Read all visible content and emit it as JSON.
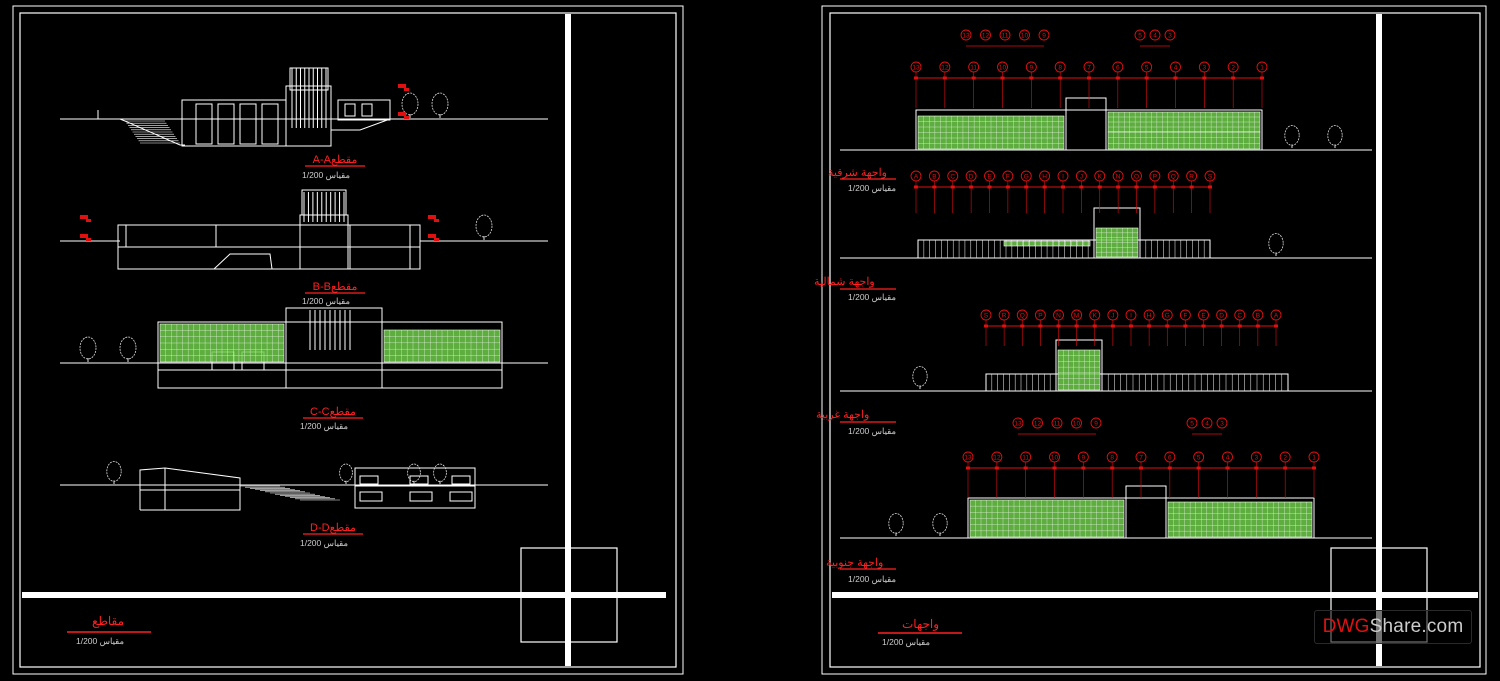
{
  "colors": {
    "line": "#ffffff",
    "label_red": "#ff2020",
    "dim_red": "#e01010",
    "facade_green": "#6ecb4a",
    "background": "#000000"
  },
  "left_sheet": {
    "sections": [
      {
        "title": "A-Aﻣﻘﻄﻊ",
        "scale": "1/200 ﻣﻘﻴﺎس"
      },
      {
        "title": "B-Bﻣﻘﻄﻊ",
        "scale": "1/200 ﻣﻘﻴﺎس"
      },
      {
        "title": "C-Cﻣﻘﻄﻊ",
        "scale": "1/200 ﻣﻘﻴﺎس"
      },
      {
        "title": "D-Dﻣﻘﻄﻊ",
        "scale": "1/200 ﻣﻘﻴﺎس"
      }
    ],
    "footer_title": "ﻣﻘﺎﻃﻊ",
    "footer_scale": "1/200 ﻣﻘﻴﺎس"
  },
  "right_sheet": {
    "elevations": [
      {
        "title": "ﻭاﺟﻬﺔ ﺷﺮﻗﻴﺔ",
        "scale": "1/200 ﻣﻘﻴﺎس"
      },
      {
        "title": "ﻭاﺟﻬﺔ ﺷﻤﺎﻟﻴﺔ",
        "scale": "1/200 ﻣﻘﻴﺎس"
      },
      {
        "title": "ﻭاﺟﻬﺔ ﻏﺮﺑﻴﺔ",
        "scale": "1/200 ﻣﻘﻴﺎس"
      },
      {
        "title": "ﻭاﺟﻬﺔ ﺟﻨﻮﺑﻴﺔ",
        "scale": "1/200 ﻣﻘﻴﺎس"
      }
    ],
    "grid_row_1": [
      "13",
      "12",
      "11",
      "10",
      "9",
      "8",
      "7",
      "6",
      "5",
      "4",
      "3",
      "2",
      "1"
    ],
    "grid_row_2": [
      "A",
      "B",
      "C",
      "D",
      "E",
      "F",
      "G",
      "H",
      "I",
      "J",
      "K",
      "N",
      "O",
      "P",
      "Q",
      "R",
      "S"
    ],
    "grid_row_3": [
      "S",
      "R",
      "Q",
      "P",
      "N",
      "M",
      "K",
      "J",
      "I",
      "H",
      "G",
      "F",
      "E",
      "D",
      "C",
      "B",
      "A"
    ],
    "footer_title": "ﻭاﺟﻬﺎﺕ",
    "footer_scale": "1/200 ﻣﻘﻴﺎس"
  },
  "watermark": {
    "part1": "DWG",
    "part2": "Share.com"
  }
}
